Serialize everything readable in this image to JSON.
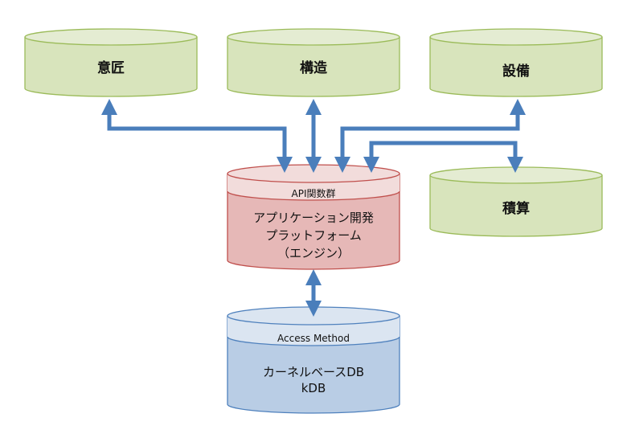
{
  "modules": {
    "design": "意匠",
    "structure": "構造",
    "equipment": "設備",
    "estimation": "積算"
  },
  "engine": {
    "header": "API関数群",
    "line1": "アプリケーション開発",
    "line2": "プラットフォーム",
    "line3": "（エンジン）"
  },
  "kernel": {
    "header": "Access Method",
    "line1": "カーネルベースDB",
    "line2": "kDB"
  },
  "colors": {
    "module_fill": "#d8e4bc",
    "module_stroke": "#9bbb59",
    "engine_fill": "#e6b8b7",
    "engine_top": "#f2dcdb",
    "engine_stroke": "#c0504d",
    "kernel_fill": "#b9cde5",
    "kernel_top": "#dbe5f1",
    "kernel_stroke": "#4f81bd",
    "arrow": "#4a7ebb"
  }
}
